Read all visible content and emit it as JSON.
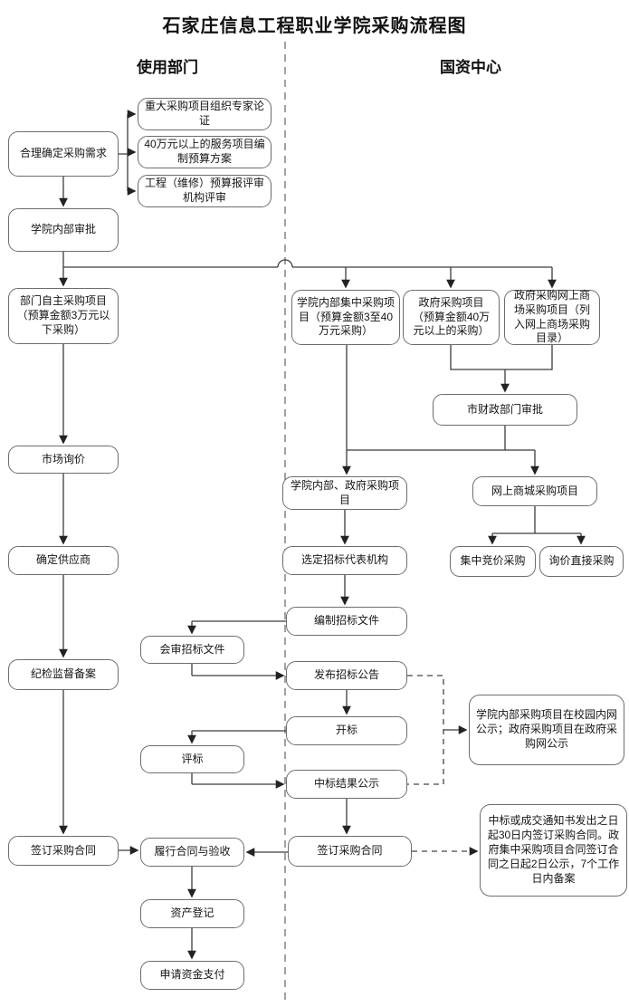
{
  "title": "石家庄信息工程职业学院采购流程图",
  "columns": {
    "left_header": "使用部门",
    "right_header": "国资中心"
  },
  "colors": {
    "background": "#ffffff",
    "box_border": "#6d6d6d",
    "connector": "#3c3c3c",
    "arrowhead": "#222222",
    "divider_dash": "#8a8a8a",
    "text": "#151515"
  },
  "nodes": {
    "define_demand": {
      "label": "合理确定采购需求"
    },
    "expert_review": {
      "label": "重大采购项目组织专家论证"
    },
    "service_budget": {
      "label": "40万元以上的服务项目编制预算方案"
    },
    "engineering_review": {
      "label": "工程（维修）预算报评审机构评审"
    },
    "internal_approval": {
      "label": "学院内部审批"
    },
    "dept_self_procure": {
      "label": "部门自主采购项目（预算金额3万元以下采购）"
    },
    "college_centralized": {
      "label": "学院内部集中采购项目（预算金额3至40万元采购）"
    },
    "gov_procure": {
      "label": "政府采购项目（预算金额40万元以上的采购）"
    },
    "gov_online_mall": {
      "label": "政府采购网上商场采购项目（列入网上商场采购目录）"
    },
    "finance_approval": {
      "label": "市财政部门审批"
    },
    "market_inquiry": {
      "label": "市场询价"
    },
    "internal_gov_projects": {
      "label": "学院内部、政府采购项目"
    },
    "online_mall_projects": {
      "label": "网上商城采购项目"
    },
    "determine_supplier": {
      "label": "确定供应商"
    },
    "select_agency": {
      "label": "选定招标代表机构"
    },
    "centralized_bidding": {
      "label": "集中竞价采购"
    },
    "inquiry_direct": {
      "label": "询价直接采购"
    },
    "prepare_bid_docs": {
      "label": "编制招标文件"
    },
    "joint_review_docs": {
      "label": "会审招标文件"
    },
    "publish_announcement": {
      "label": "发布招标公告"
    },
    "discipline_filing": {
      "label": "纪检监督备案"
    },
    "bid_opening": {
      "label": "开标"
    },
    "bid_evaluation": {
      "label": "评标"
    },
    "result_publicity": {
      "label": "中标结果公示"
    },
    "publicity_note": {
      "label": "学院内部采购项目在校园内网公示；政府采购项目在政府采购网公示"
    },
    "sign_contract_left": {
      "label": "签订采购合同"
    },
    "perform_contract": {
      "label": "履行合同与验收"
    },
    "sign_contract_mid": {
      "label": "签订采购合同"
    },
    "contract_note": {
      "label": "中标或成交通知书发出之日起30日内签订采购合同。政府集中采购项目合同签订合同之日起2日公示，7个工作日内备案"
    },
    "asset_registration": {
      "label": "资产登记"
    },
    "fund_payment": {
      "label": "申请资金支付"
    }
  },
  "edges": [
    {
      "from": "define_demand",
      "to": "expert_review",
      "style": "solid"
    },
    {
      "from": "define_demand",
      "to": "service_budget",
      "style": "solid"
    },
    {
      "from": "define_demand",
      "to": "engineering_review",
      "style": "solid"
    },
    {
      "from": "define_demand",
      "to": "internal_approval",
      "style": "solid"
    },
    {
      "from": "internal_approval",
      "to": "dept_self_procure",
      "style": "solid"
    },
    {
      "from": "internal_approval",
      "to": "college_centralized",
      "style": "solid"
    },
    {
      "from": "internal_approval",
      "to": "gov_procure",
      "style": "solid"
    },
    {
      "from": "internal_approval",
      "to": "gov_online_mall",
      "style": "solid"
    },
    {
      "from": "gov_procure",
      "to": "finance_approval",
      "style": "solid"
    },
    {
      "from": "gov_online_mall",
      "to": "finance_approval",
      "style": "solid"
    },
    {
      "from": "college_centralized",
      "to": "internal_gov_projects",
      "style": "solid"
    },
    {
      "from": "finance_approval",
      "to": "internal_gov_projects",
      "style": "solid"
    },
    {
      "from": "finance_approval",
      "to": "online_mall_projects",
      "style": "solid"
    },
    {
      "from": "dept_self_procure",
      "to": "market_inquiry",
      "style": "solid"
    },
    {
      "from": "market_inquiry",
      "to": "determine_supplier",
      "style": "solid"
    },
    {
      "from": "determine_supplier",
      "to": "discipline_filing",
      "style": "solid"
    },
    {
      "from": "discipline_filing",
      "to": "sign_contract_left",
      "style": "solid"
    },
    {
      "from": "sign_contract_left",
      "to": "perform_contract",
      "style": "solid"
    },
    {
      "from": "internal_gov_projects",
      "to": "select_agency",
      "style": "solid"
    },
    {
      "from": "online_mall_projects",
      "to": "centralized_bidding",
      "style": "solid"
    },
    {
      "from": "online_mall_projects",
      "to": "inquiry_direct",
      "style": "solid"
    },
    {
      "from": "select_agency",
      "to": "prepare_bid_docs",
      "style": "solid"
    },
    {
      "from": "prepare_bid_docs",
      "to": "joint_review_docs",
      "style": "solid"
    },
    {
      "from": "joint_review_docs",
      "to": "publish_announcement",
      "style": "solid"
    },
    {
      "from": "publish_announcement",
      "to": "bid_opening",
      "style": "solid"
    },
    {
      "from": "bid_opening",
      "to": "bid_evaluation",
      "style": "solid"
    },
    {
      "from": "bid_evaluation",
      "to": "result_publicity",
      "style": "solid"
    },
    {
      "from": "publish_announcement",
      "to": "publicity_note",
      "style": "dashed"
    },
    {
      "from": "result_publicity",
      "to": "publicity_note",
      "style": "dashed"
    },
    {
      "from": "result_publicity",
      "to": "sign_contract_mid",
      "style": "solid"
    },
    {
      "from": "sign_contract_mid",
      "to": "perform_contract",
      "style": "solid"
    },
    {
      "from": "sign_contract_mid",
      "to": "contract_note",
      "style": "dashed"
    },
    {
      "from": "perform_contract",
      "to": "asset_registration",
      "style": "solid"
    },
    {
      "from": "asset_registration",
      "to": "fund_payment",
      "style": "solid"
    }
  ]
}
